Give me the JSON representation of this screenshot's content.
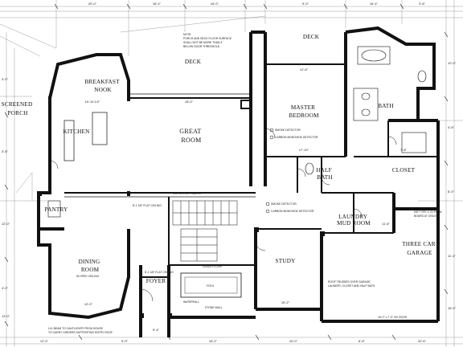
{
  "rooms": {
    "screened_porch": [
      "SCREENED",
      "PORCH"
    ],
    "breakfast_nook": [
      "BREAKFAST",
      "NOOK"
    ],
    "kitchen": "KITCHEN",
    "great_room": [
      "GREAT",
      "ROOM"
    ],
    "deck_upper": "DECK",
    "deck_right": "DECK",
    "master_bedroom": [
      "MASTER",
      "BEDROOM"
    ],
    "bath": "BATH",
    "half_bath": [
      "HALF",
      "BATH"
    ],
    "closet": "CLOSET",
    "laundry": [
      "LAUNDRY",
      "MUD ROOM"
    ],
    "pantry": "PANTRY",
    "dining_room": [
      "DINING",
      "ROOM"
    ],
    "foyer": "FOYER",
    "study": "STUDY",
    "garage": [
      "THREE CAR",
      "GARAGE"
    ],
    "pool": "POOL"
  },
  "notes": {
    "deck_note": [
      "NOTE:",
      "PORCH AND DECK FLOOR SURFACE",
      "SHALL NOT BE MORE THAN 4\"",
      "BELOW DOOR THRESHOLD"
    ],
    "smoke_1": "SMOKE DETECTOR",
    "co_1": "CARBON MONOXIDE DETECTOR",
    "smoke_2": "SMOKE DETECTOR",
    "co_2": "CARBON MONOXIDE DETECTOR",
    "clerestory": "CLERESTORY ABOVE",
    "flat_ceiling_1": "8'-1 1/8\" FLAT CEILING",
    "flat_ceiling_2": "8'-1 1/8\" FLAT CEILING",
    "sloped_ceiling": "SLOPED CEILING",
    "glass_floor": "GLASS FLOOR",
    "stone_wall": "STONE WALL",
    "waterfall": "WATERFALL",
    "roof_trusses": [
      "ROOF TRUSSES OVER GARAGE,",
      "LAUNDRY, CLOSET AND HALF BATH"
    ],
    "lvl_beam": [
      "LVL BEAM TO CANTILEVER FROM HOUSE",
      "TO CARRY GIRDERS SUPPORTING ENTRY ROOF"
    ],
    "garage_note": [
      "5/8\" TYPE X GYPSUM",
      "BOARD AT CEILING"
    ],
    "garage_door": "16'-0\" x 7'-0\" OH DOOR"
  },
  "dimensions": {
    "top": [
      "20'-0\"",
      "18'-4\"",
      "16'-0\"",
      "9'-0\"",
      "16'-4\"",
      "3'-6\""
    ],
    "left": [
      "4'-0\"",
      "3'-6\"",
      "12'-0\"",
      "4'-0\"",
      "13'-0\""
    ],
    "right": [
      "10'-0\"",
      "4'-6\"",
      "8'-0\"",
      "11'-4\"",
      "16'-0\""
    ],
    "bottom": [
      "12'-0\"",
      "9'-0\"",
      "16'-2\"",
      "10'-0\"",
      "6'-6\"",
      "22'-6\""
    ],
    "interior": [
      "15'-10 1/2\"",
      "18'-0\"",
      "12'-8\"",
      "17'-10\"",
      "10'-0\"",
      "15'-2\"",
      "11'-6\"",
      "7'-8\"",
      "5'-4\""
    ]
  }
}
